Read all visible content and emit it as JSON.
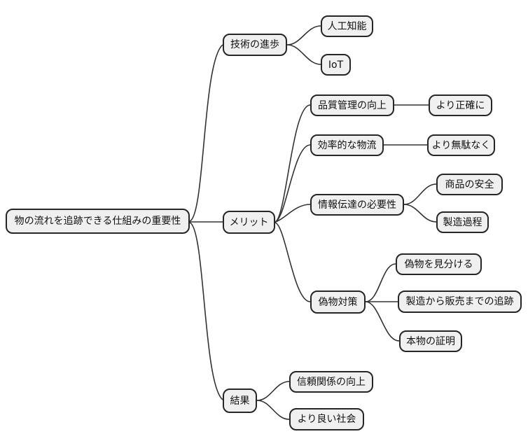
{
  "diagram": {
    "type": "mindmap",
    "background_color": "#ffffff",
    "node_fill_color": "#f0f0f0",
    "node_border_color": "#262626",
    "edge_color": "#333333",
    "text_color": "#111111"
  },
  "nodes": [
    {
      "id": "root",
      "label": "物の流れを追跡できる仕組みの重要性",
      "level": 0,
      "parent": null
    },
    {
      "id": "tech",
      "label": "技術の進歩",
      "level": 1,
      "parent": "root"
    },
    {
      "id": "ai",
      "label": "人工知能",
      "level": 2,
      "parent": "tech"
    },
    {
      "id": "iot",
      "label": "IoT",
      "level": 2,
      "parent": "tech"
    },
    {
      "id": "merit",
      "label": "メリット",
      "level": 1,
      "parent": "root"
    },
    {
      "id": "quality",
      "label": "品質管理の向上",
      "level": 2,
      "parent": "merit"
    },
    {
      "id": "accurate",
      "label": "より正確に",
      "level": 3,
      "parent": "quality"
    },
    {
      "id": "logistics",
      "label": "効率的な物流",
      "level": 2,
      "parent": "merit"
    },
    {
      "id": "nowaste",
      "label": "より無駄なく",
      "level": 3,
      "parent": "logistics"
    },
    {
      "id": "info",
      "label": "情報伝達の必要性",
      "level": 2,
      "parent": "merit"
    },
    {
      "id": "safety",
      "label": "商品の安全",
      "level": 3,
      "parent": "info"
    },
    {
      "id": "process",
      "label": "製造過程",
      "level": 3,
      "parent": "info"
    },
    {
      "id": "fake",
      "label": "偽物対策",
      "level": 2,
      "parent": "merit"
    },
    {
      "id": "spot",
      "label": "偽物を見分ける",
      "level": 3,
      "parent": "fake"
    },
    {
      "id": "track",
      "label": "製造から販売までの追跡",
      "level": 3,
      "parent": "fake"
    },
    {
      "id": "proof",
      "label": "本物の証明",
      "level": 3,
      "parent": "fake"
    },
    {
      "id": "result",
      "label": "結果",
      "level": 1,
      "parent": "root"
    },
    {
      "id": "trust",
      "label": "信頼関係の向上",
      "level": 2,
      "parent": "result"
    },
    {
      "id": "society",
      "label": "より良い社会",
      "level": 2,
      "parent": "result"
    }
  ]
}
